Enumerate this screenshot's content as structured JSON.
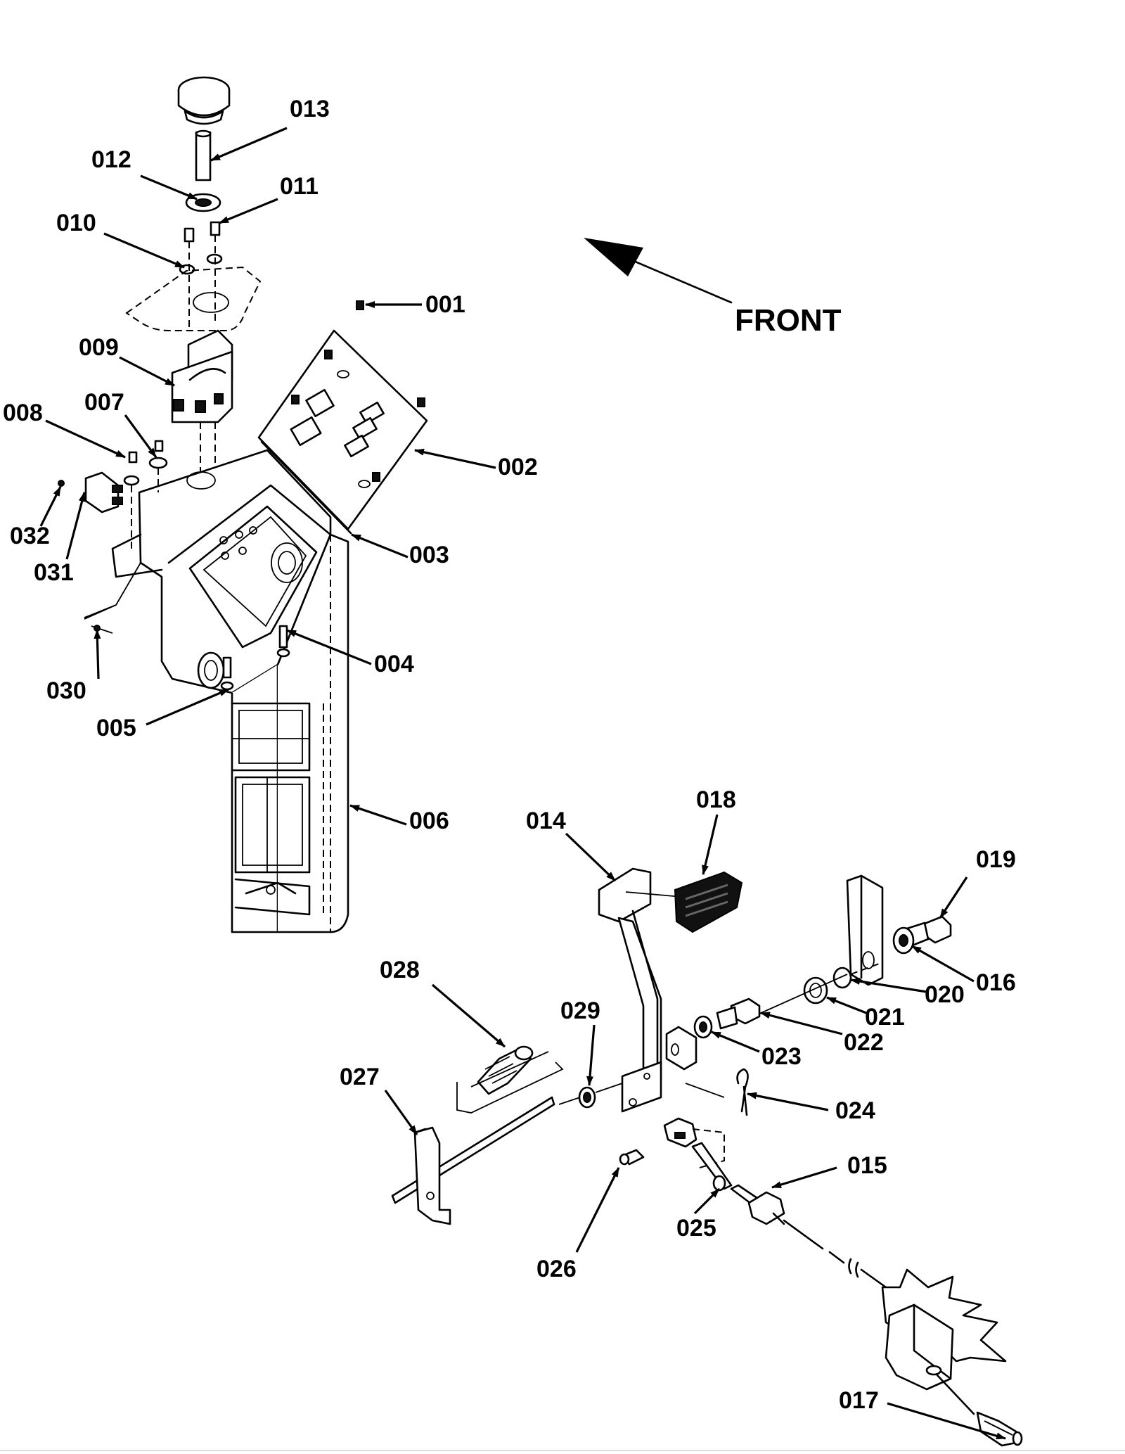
{
  "direction_label": "FRONT",
  "callouts": [
    {
      "id": "001",
      "label": "001"
    },
    {
      "id": "002",
      "label": "002"
    },
    {
      "id": "003",
      "label": "003"
    },
    {
      "id": "004",
      "label": "004"
    },
    {
      "id": "005",
      "label": "005"
    },
    {
      "id": "006",
      "label": "006"
    },
    {
      "id": "007",
      "label": "007"
    },
    {
      "id": "008",
      "label": "008"
    },
    {
      "id": "009",
      "label": "009"
    },
    {
      "id": "010",
      "label": "010"
    },
    {
      "id": "011",
      "label": "011"
    },
    {
      "id": "012",
      "label": "012"
    },
    {
      "id": "013",
      "label": "013"
    },
    {
      "id": "014",
      "label": "014"
    },
    {
      "id": "015",
      "label": "015"
    },
    {
      "id": "016",
      "label": "016"
    },
    {
      "id": "017",
      "label": "017"
    },
    {
      "id": "018",
      "label": "018"
    },
    {
      "id": "019",
      "label": "019"
    },
    {
      "id": "020",
      "label": "020"
    },
    {
      "id": "021",
      "label": "021"
    },
    {
      "id": "022",
      "label": "022"
    },
    {
      "id": "023",
      "label": "023"
    },
    {
      "id": "024",
      "label": "024"
    },
    {
      "id": "025",
      "label": "025"
    },
    {
      "id": "026",
      "label": "026"
    },
    {
      "id": "027",
      "label": "027"
    },
    {
      "id": "028",
      "label": "028"
    },
    {
      "id": "029",
      "label": "029"
    },
    {
      "id": "030",
      "label": "030"
    },
    {
      "id": "031",
      "label": "031"
    },
    {
      "id": "032",
      "label": "032"
    }
  ]
}
